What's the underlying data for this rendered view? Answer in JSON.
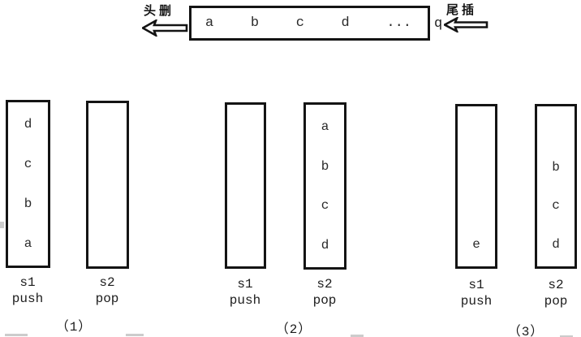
{
  "queue": {
    "head_label": "头删",
    "tail_label": "尾插",
    "name_label": "q",
    "items": [
      "a",
      "b",
      "c",
      "d",
      "..."
    ]
  },
  "figures": [
    {
      "caption": "（1）",
      "stacks": [
        {
          "label": "s1",
          "op": "push",
          "slots": [
            "d",
            "c",
            "b",
            "a"
          ]
        },
        {
          "label": "s2",
          "op": "pop",
          "slots": [
            "",
            "",
            "",
            ""
          ]
        }
      ]
    },
    {
      "caption": "（2）",
      "stacks": [
        {
          "label": "s1",
          "op": "push",
          "slots": [
            "",
            "",
            "",
            ""
          ]
        },
        {
          "label": "s2",
          "op": "pop",
          "slots": [
            "a",
            "b",
            "c",
            "d"
          ]
        }
      ]
    },
    {
      "caption": "（3）",
      "stacks": [
        {
          "label": "s1",
          "op": "push",
          "slots": [
            "",
            "",
            "",
            "e"
          ]
        },
        {
          "label": "s2",
          "op": "pop",
          "slots": [
            "",
            "b",
            "c",
            "d"
          ]
        }
      ]
    }
  ],
  "colors": {
    "line": "#141414",
    "text": "#1c1c1c",
    "background": "#ffffff"
  }
}
